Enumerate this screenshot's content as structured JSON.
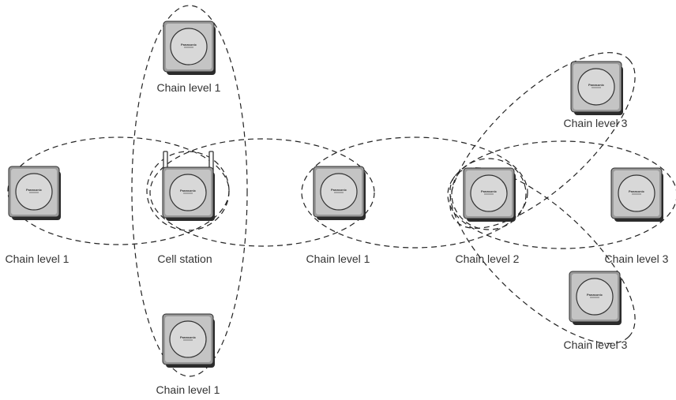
{
  "brand": "Panasonic",
  "colors": {
    "range_line": "#222222",
    "device_face": "#d8d8d8",
    "device_frame": "#9a9a9a",
    "device_shadow": "#2b2b2b",
    "label": "#333333"
  },
  "nodes": [
    {
      "id": "cell-station",
      "label": "Cell station",
      "role": "base-with-antennas"
    },
    {
      "id": "top",
      "label": "Chain level 1",
      "role": "repeater"
    },
    {
      "id": "left",
      "label": "Chain level 1",
      "role": "repeater"
    },
    {
      "id": "bottom",
      "label": "Chain level 1",
      "role": "repeater"
    },
    {
      "id": "middle",
      "label": "Chain level 1",
      "role": "repeater"
    },
    {
      "id": "level2",
      "label": "Chain level 2",
      "role": "repeater"
    },
    {
      "id": "upper-right",
      "label": "Chain level 3",
      "role": "repeater"
    },
    {
      "id": "right",
      "label": "Chain level 3",
      "role": "repeater"
    },
    {
      "id": "lower-right",
      "label": "Chain level 3",
      "role": "repeater"
    }
  ]
}
